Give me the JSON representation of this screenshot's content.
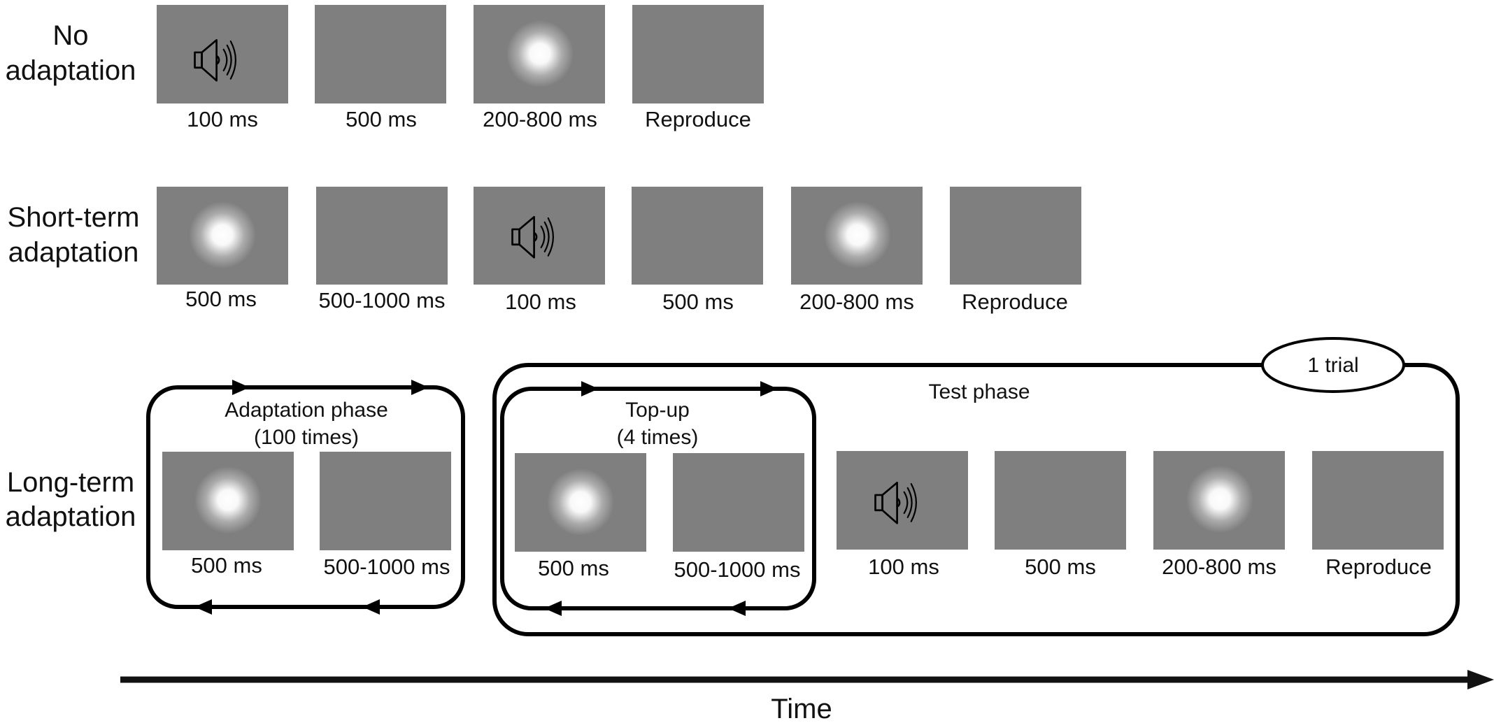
{
  "rows": {
    "no_adaptation": {
      "label_line1": "No",
      "label_line2": "adaptation",
      "frames": [
        {
          "content": "speaker-icon",
          "duration": "100 ms"
        },
        {
          "content": "blank",
          "duration": "500 ms"
        },
        {
          "content": "flash",
          "duration": "200-800 ms"
        },
        {
          "content": "blank",
          "duration": "Reproduce"
        }
      ]
    },
    "short_term": {
      "label_line1": "Short-term",
      "label_line2": "adaptation",
      "frames": [
        {
          "content": "flash",
          "duration": "500 ms"
        },
        {
          "content": "blank",
          "duration": "500-1000 ms"
        },
        {
          "content": "speaker-icon",
          "duration": "100 ms"
        },
        {
          "content": "blank",
          "duration": "500 ms"
        },
        {
          "content": "flash",
          "duration": "200-800 ms"
        },
        {
          "content": "blank",
          "duration": "Reproduce"
        }
      ]
    },
    "long_term": {
      "label_line1": "Long-term",
      "label_line2": "adaptation",
      "adaptation_phase": {
        "title_line1": "Adaptation phase",
        "title_line2": "(100 times)"
      },
      "top_up": {
        "title_line1": "Top-up",
        "title_line2": "(4 times)"
      },
      "test_phase": {
        "title": "Test phase",
        "badge": "1 trial"
      },
      "frames": [
        {
          "content": "flash",
          "duration": "500 ms"
        },
        {
          "content": "blank",
          "duration": "500-1000 ms"
        },
        {
          "content": "flash",
          "duration": "500 ms"
        },
        {
          "content": "blank",
          "duration": "500-1000 ms"
        },
        {
          "content": "speaker-icon",
          "duration": "100 ms"
        },
        {
          "content": "blank",
          "duration": "500 ms"
        },
        {
          "content": "flash",
          "duration": "200-800 ms"
        },
        {
          "content": "blank",
          "duration": "Reproduce"
        }
      ]
    }
  },
  "time_axis": {
    "label": "Time"
  },
  "colors": {
    "screen": "#7f7f7f",
    "flash": "#ffffff",
    "ink": "#000000"
  }
}
